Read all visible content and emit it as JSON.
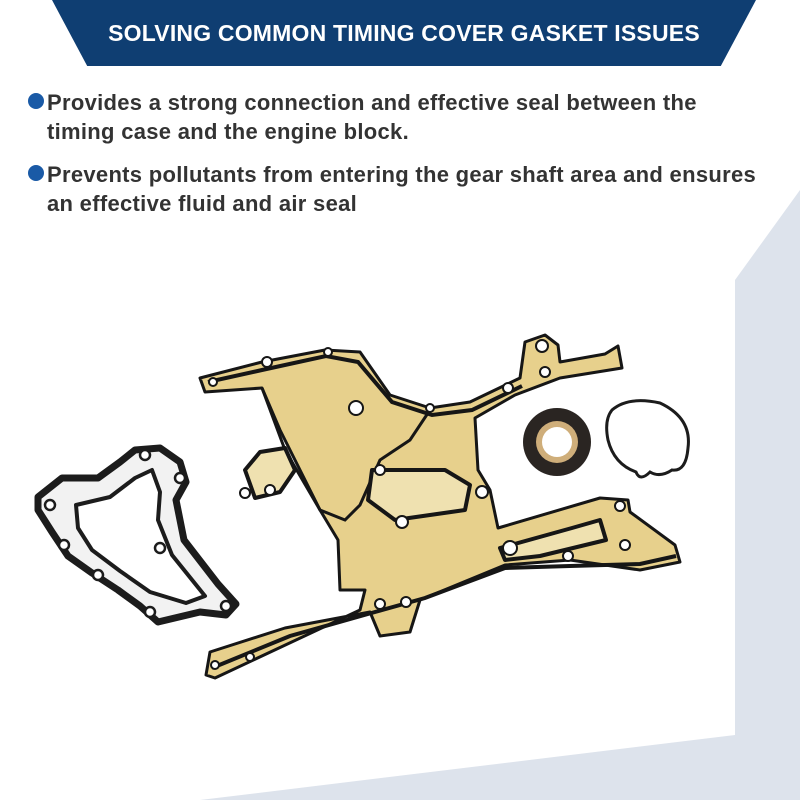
{
  "header": {
    "title": "SOLVING COMMON TIMING COVER GASKET ISSUES"
  },
  "bullets": [
    {
      "text": "Provides a strong connection and effective seal between the timing case and the engine block."
    },
    {
      "text": "Prevents pollutants from entering the gear shaft area and ensures an effective fluid and air seal"
    }
  ],
  "colors": {
    "banner": "#0f3e72",
    "bullet": "#1a5aa6",
    "text": "#333333",
    "background_shape": "#dde3ec",
    "gasket_fill": "#e7d08c",
    "gasket_edge": "#161616"
  },
  "product": {
    "parts": [
      "timing-cover-gasket",
      "water-pump-gasket",
      "crankshaft-seal",
      "o-ring-seal"
    ]
  }
}
